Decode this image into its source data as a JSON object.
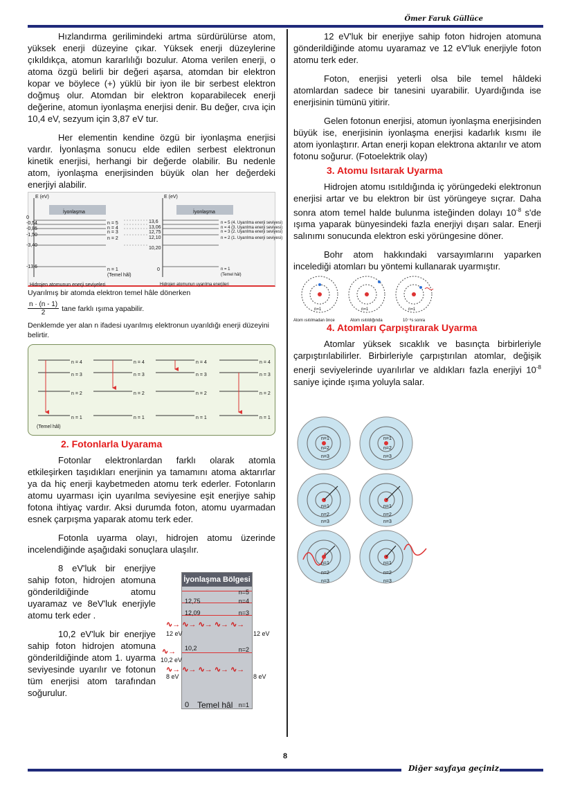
{
  "header": {
    "author": "Ömer Faruk Güllüce"
  },
  "left": {
    "p1": "Hızlandırma gerilimindeki artma sürdürülürse atom, yüksek enerji düzeyine çıkar. Yüksek enerji düzeylerine çıkıldıkça, atomun kararlılığı bozulur. Atoma verilen enerji, o atoma özgü belirli bir değeri aşarsa, atomdan bir elektron kopar ve böylece (+) yüklü bir iyon ile bir serbest elektron doğmuş olur. Atomdan bir elektron koparabilecek enerji değerine, atomun iyonlaşma enerjisi denir. Bu değer, cıva için 10,4 eV, sezyum için 3,87 eV tur.",
    "p2": "Her elementin kendine özgü bir iyonlaşma enerjisi vardır. İyonlaşma sonucu elde edilen serbest elektronun kinetik enerjisi, herhangi bir değerde olabilir. Bu nedenle atom, iyonlaşma enerjisinden büyük olan her değerdeki enerjiyi alabilir.",
    "diagram1": {
      "axis_left": "E (eV)",
      "axis_right": "E (eV)",
      "ion_left": "İyonlaşma",
      "ion_right": "İyonlaşma",
      "left_values": [
        "0",
        "-0,54",
        "-0,85",
        "-1,50",
        "-3,40",
        "-13,6"
      ],
      "mid_labels": [
        "n = 5",
        "n = 4",
        "n = 3",
        "n = 2",
        "n = 1"
      ],
      "ground": "(Temel hâl)",
      "right_values": [
        "13,6",
        "13,06",
        "12,75",
        "12,10",
        "10,20",
        "0"
      ],
      "right_labels": [
        "n = 5 (4. Uyarılma enerji seviyesi)",
        "n = 4 (3. Uyarılma enerji seviyesi)",
        "n = 3 (2. Uyarılma enerji seviyesi)",
        "n = 2 (1. Uyarılma enerji seviyesi)",
        "n = 1"
      ],
      "ground_right": "(Temel hâl)",
      "caption_left": "Hidrojen atomunun enerji seviyeleri",
      "caption_right": "Hidrojen atomunun uyarılma enerjileri"
    },
    "excited_text": "Uyarılmış bir atomda elektron temel hâle dönerken",
    "formula_num": "n · (n - 1)",
    "formula_den": "2",
    "formula_text": "tane farklı ışıma yapabilir.",
    "denklem": "Denklemde yer alan n ifadesi uyarılmış elektronun uyarıldığı enerji düzeyini belirtir.",
    "diagram2": {
      "levels": [
        "n = 4",
        "n = 3",
        "n = 2",
        "n = 1"
      ],
      "ground": "(Temel hâl)"
    },
    "heading2": "2. Fotonlarla Uyarama",
    "p3": "Fotonlar elektronlardan farklı olarak atomla etkileşirken taşıdıkları enerjinin ya tamamını atoma aktarırlar ya da hiç enerji kaybetmeden atomu terk ederler. Fotonların atomu uyarması için uyarılma seviyesine eşit enerjiye sahip fotona ihtiyaç vardır. Aksi durumda foton, atomu uyarmadan esnek çarpışma yaparak atomu terk eder.",
    "p4": "Fotonla uyarma olayı, hidrojen atomu üzerinde incelendiğinde aşağıdaki sonuçlara ulaşılır.",
    "p5": "8 eV'luk bir enerjiye sahip foton, hidrojen atomuna gönderildiğinde atomu uyaramaz ve 8eV'luk enerjiyle atomu terk eder .",
    "p6": "10,2 eV'luk bir enerjiye sahip foton hidrojen atomuna gönderildiğinde atom 1. uyarma seviyesinde uyarılır ve fotonun tüm enerjisi atom tarafından soğurulur.",
    "iondiagram": {
      "title": "İyonlaşma Bölgesi",
      "rows": [
        [
          "",
          "n=5"
        ],
        [
          "12,75",
          "n=4"
        ],
        [
          "12,09",
          "n=3"
        ],
        [
          "10,2",
          "n=2"
        ],
        [
          "0",
          "Temel hâl",
          "n=1"
        ]
      ],
      "in_labels": [
        "12 eV",
        "10,2 eV",
        "8 eV"
      ],
      "out_labels": [
        "12 eV",
        "8 eV"
      ]
    }
  },
  "right": {
    "p1": "12 eV'luk bir enerjiye sahip foton hidrojen atomuna gönderildiğinde atomu uyaramaz ve 12 eV'luk enerjiyle foton atomu terk eder.",
    "p2": "Foton, enerjisi yeterli olsa bile temel hâldeki atomlardan sadece bir tanesini uyarabilir. Uyardığında ise enerjisinin tümünü yitirir.",
    "p3": "Gelen fotonun enerjisi, atomun iyonlaşma enerjisinden büyük ise, enerjisinin iyonlaşma enerjisi kadarlık kısmı ile atom iyonlaştırır. Artan enerji kopan elektrona aktarılır ve atom fotonu soğurur. (Fotoelektrik olay)",
    "heading3": "3. Atomu Isıtarak Uyarma",
    "p4a": "Hidrojen atomu ısıtıldığında iç yörüngedeki elektronun enerjisi artar ve bu elektron bir üst yörüngeye sıçrar. Daha sonra atom temel halde bulunma isteğinden dolayı 10",
    "p4sup": "-8",
    "p4b": " s'de ışıma yaparak bünyesindeki fazla enerjiyi dışarı salar. Enerji salınımı sonucunda elektron eski yörüngesine döner.",
    "p5": "Bohr atom hakkındaki varsayımlarını yaparken incelediği atomları bu yöntemi kullanarak uyarmıştır.",
    "atoms_captions": [
      "Atom ısıtılmadan önce",
      "Atom ısıtıldığında",
      "10⁻⁸s sonra"
    ],
    "atom_labels": [
      "n=1",
      "n=2"
    ],
    "heading4": "4. Atomları Çarpıştırarak Uyarma",
    "p6a": "Atomlar yüksek sıcaklık ve basınçta birbirleriyle çarpıştırılabilirler. Birbirleriyle çarpıştırılan atomlar, değişik enerji seviyelerinde uyarılırlar ve aldıkları fazla enerjiyi 10",
    "p6sup": "-8",
    "p6b": " saniye içinde ışıma yoluyla salar.",
    "collision_labels": [
      "n=1",
      "n=2",
      "n=3"
    ]
  },
  "footer": {
    "page": "8",
    "next": "Diğer sayfaya geçiniz"
  }
}
